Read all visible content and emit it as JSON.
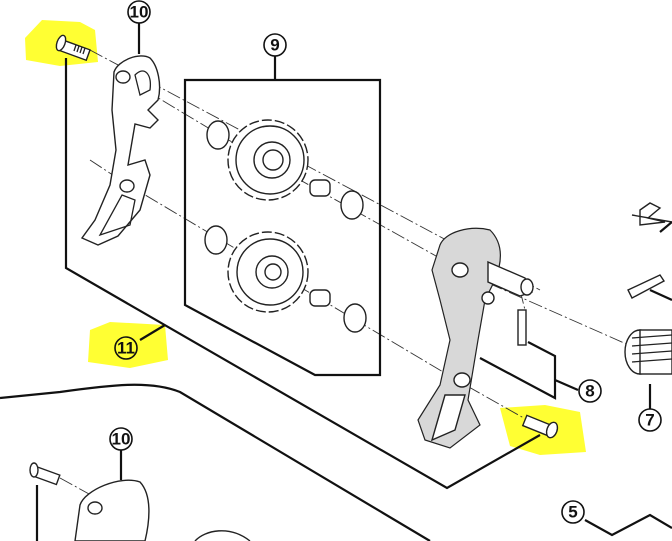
{
  "diagram": {
    "highlight_color": "#ffff33",
    "labels": {
      "rear_plate_top": "10",
      "pulley_set": "9",
      "cage_bolt": "11",
      "inner_plate_set": "8",
      "spring": "7",
      "rear_plate_bottom": "10",
      "part_5": "5"
    }
  }
}
